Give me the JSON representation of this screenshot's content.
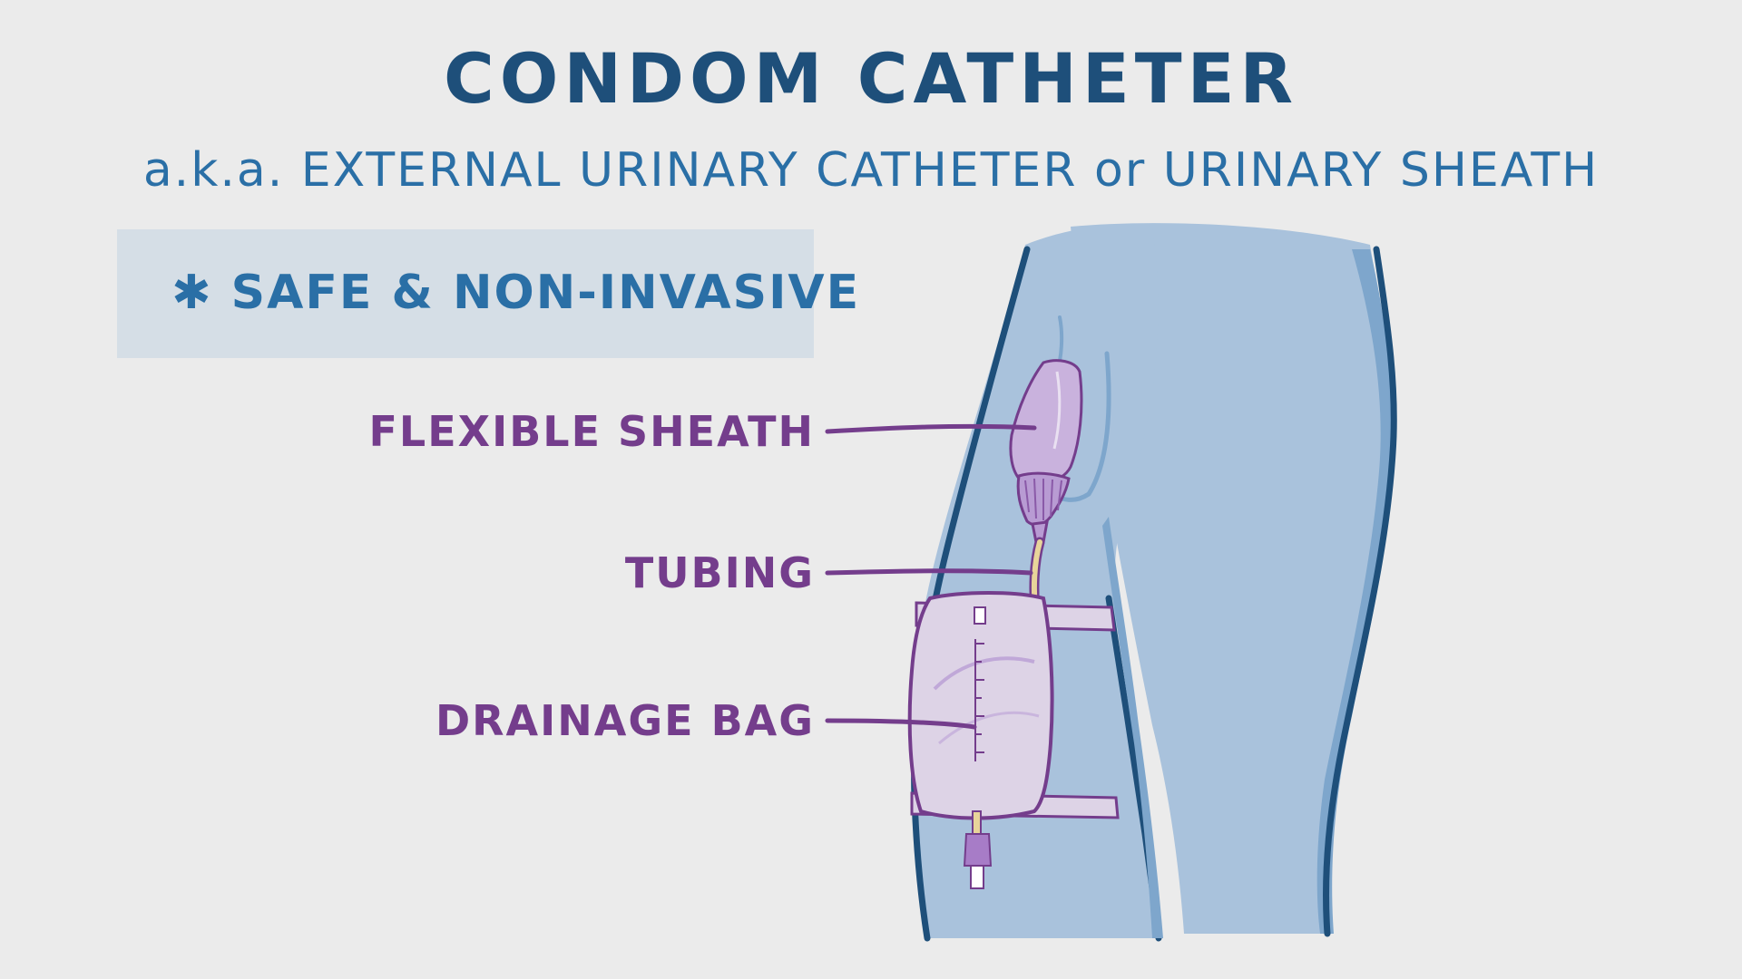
{
  "header": {
    "title": "CONDOM CATHETER",
    "subtitle": "a.k.a. EXTERNAL URINARY CATHETER or URINARY SHEATH"
  },
  "note": {
    "text": "✱ SAFE & NON-INVASIVE"
  },
  "labels": {
    "flexible_sheath": "FLEXIBLE SHEATH",
    "tubing": "TUBING",
    "drainage_bag": "DRAINAGE BAG"
  },
  "colors": {
    "background": "#ebebeb",
    "title": "#1e4f7a",
    "subtitle": "#2a6fa6",
    "note_box": "#d5dee6",
    "label": "#743d8c",
    "leg_fill": "#a9c2dc",
    "leg_outline": "#1e4f7a",
    "sheath_fill": "#c9b2dd",
    "bag_fill": "#ddd3e6"
  }
}
